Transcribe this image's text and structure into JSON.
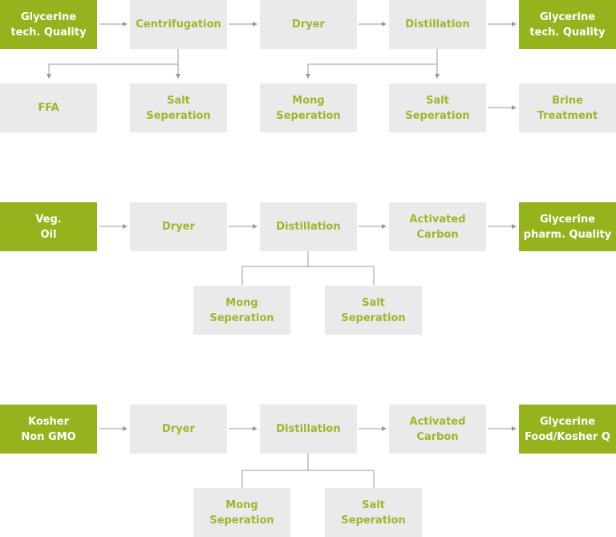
{
  "colors": {
    "green_box": "#95b31d",
    "gray_box": "#eaeaea",
    "gray_box_text": "#9cb72e",
    "connector": "#9a9a9a"
  },
  "flows": [
    {
      "main": [
        "Glycerine\ntech. Quality",
        "Centrifugation",
        "Dryer",
        "Distillation",
        "Glycerine\ntech. Quality"
      ],
      "branches": [
        "FFA",
        "Salt\nSeperation",
        "Mong\nSeperation",
        "Salt\nSeperation",
        "Brine\nTreatment"
      ]
    },
    {
      "main": [
        "Veg.\nOil",
        "Dryer",
        "Distillation",
        "Activated\nCarbon",
        "Glycerine\npharm. Quality"
      ],
      "branches": [
        "Mong\nSeperation",
        "Salt\nSeperation"
      ]
    },
    {
      "main": [
        "Kosher\nNon GMO",
        "Dryer",
        "Distillation",
        "Activated\nCarbon",
        "Glycerine\nFood/Kosher Q"
      ],
      "branches": [
        "Mong\nSeperation",
        "Salt\nSeperation"
      ]
    }
  ]
}
